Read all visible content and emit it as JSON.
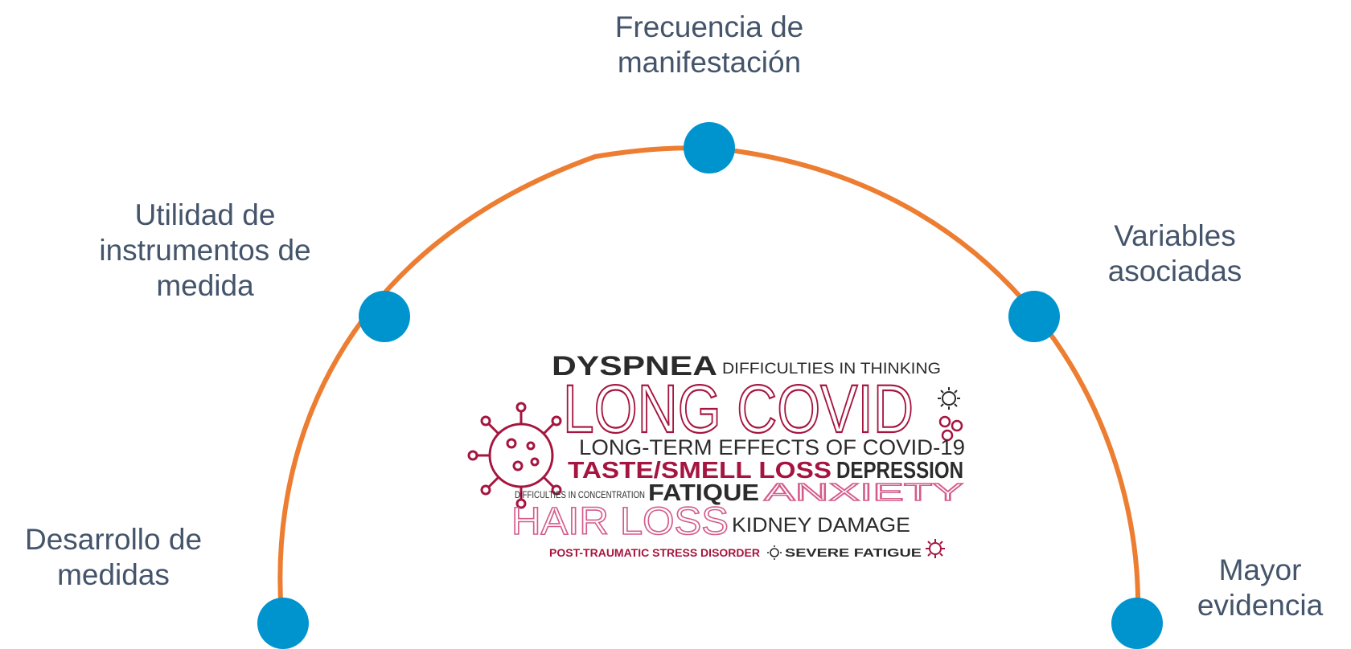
{
  "nodes": [
    {
      "id": "desarrollo",
      "lines": [
        "Desarrollo de",
        "medidas"
      ]
    },
    {
      "id": "utilidad",
      "lines": [
        "Utilidad de",
        "instrumentos de",
        "medida"
      ]
    },
    {
      "id": "frecuencia",
      "lines": [
        "Frecuencia de",
        "manifestación"
      ]
    },
    {
      "id": "variables",
      "lines": [
        "Variables",
        "asociadas"
      ]
    },
    {
      "id": "mayor",
      "lines": [
        "Mayor",
        "evidencia"
      ]
    }
  ],
  "word_cloud": {
    "dyspnea": "DYSPNEA",
    "thinking": "DIFFICULTIES IN THINKING",
    "long_covid": "LONG COVID",
    "long_term": "LONG-TERM EFFECTS OF COVID-19",
    "taste_smell": "TASTE/SMELL LOSS",
    "depression": "DEPRESSION",
    "concentration": "DIFFICULTIES IN CONCENTRATION",
    "fatique": "FATIQUE",
    "anxiety": "ANXIETY",
    "hair_loss": "HAIR LOSS",
    "kidney": "KIDNEY DAMAGE",
    "ptsd": "POST-TRAUMATIC STRESS DISORDER",
    "severe_fatigue": "SEVERE FATIGUE"
  },
  "colors": {
    "arc": "#ed7d31",
    "node": "#0094cf",
    "label": "#44546a",
    "crimson": "#a5153f",
    "pink": "#d45c8c",
    "dark": "#2b2b2b"
  }
}
